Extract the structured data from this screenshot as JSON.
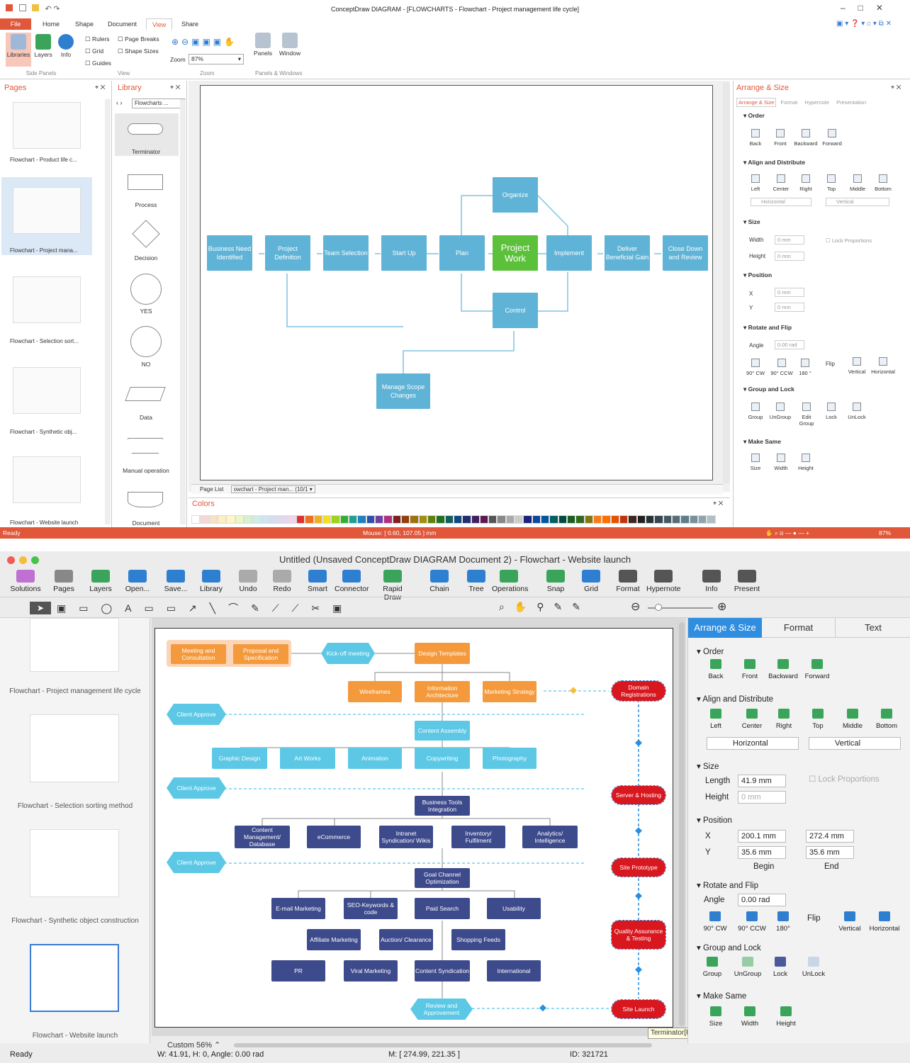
{
  "win1": {
    "title": "ConceptDraw DIAGRAM - [FLOWCHARTS - Flowchart - Project management life cycle]",
    "menu": [
      "File",
      "Home",
      "Shape",
      "Document",
      "View",
      "Share"
    ],
    "ribbon": {
      "libraries": "Libraries",
      "layers": "Layers",
      "info": "Info",
      "side_panels": "Side Panels",
      "rulers": "Rulers",
      "page_breaks": "Page Breaks",
      "grid": "Grid",
      "shape_sizes": "Shape Sizes",
      "guides": "Guides",
      "view": "View",
      "zoom_label": "Zoom",
      "zoom_value": "87%",
      "zoom_group": "Zoom",
      "panels": "Panels",
      "window": "Window",
      "panels_windows": "Panels & Windows"
    },
    "pages_title": "Pages",
    "pages": [
      "Flowchart - Product life c...",
      "Flowchart - Project mana...",
      "Flowchart - Selection sort...",
      "Flowchart - Synthetic obj...",
      "Flowchart - Website launch"
    ],
    "library_title": "Library",
    "library_select": "Flowcharts ...",
    "shapes": [
      "Terminator",
      "Process",
      "Decision",
      "YES",
      "NO",
      "Data",
      "Manual operation",
      "Document"
    ],
    "nodes": {
      "n1": "Business Need Identified",
      "n2": "Project Definition",
      "n3": "Team Selection",
      "n4": "Start Up",
      "n5": "Plan",
      "n6": "Project Work",
      "n7": "Implement",
      "n8": "Deliver Beneficial Gain",
      "n9": "Close Down and Review",
      "n10": "Organize",
      "n11": "Control",
      "n12": "Manage Scope Changes"
    },
    "page_list": "Page List",
    "page_tab": "owchart - Project man... (10/1",
    "colors_title": "Colors",
    "arrange": {
      "title": "Arrange & Size",
      "tabs": [
        "Arrange & Size",
        "Format",
        "Hypernote",
        "Presentation"
      ],
      "order": "Order",
      "back": "Back",
      "front": "Front",
      "backward": "Backward",
      "forward": "Forward",
      "align": "Align and Distribute",
      "left": "Left",
      "center": "Center",
      "right": "Right",
      "top": "Top",
      "middle": "Middle",
      "bottom": "Bottom",
      "horizontal": "Horizontal",
      "vertical": "Vertical",
      "size": "Size",
      "width": "Width",
      "height": "Height",
      "w_val": "0 mm",
      "h_val": "0 mm",
      "lock": "Lock Proportions",
      "position": "Position",
      "x": "X",
      "y": "Y",
      "x_val": "0 mm",
      "y_val": "0 mm",
      "rotate": "Rotate and Flip",
      "angle": "Angle",
      "angle_val": "0.00 rad",
      "cw": "90° CW",
      "ccw": "90° CCW",
      "r180": "180 °",
      "flip": "Flip",
      "fv": "Vertical",
      "fh": "Horizontal",
      "group": "Group and Lock",
      "g": "Group",
      "ug": "UnGroup",
      "eg": "Edit Group",
      "lk": "Lock",
      "ulk": "UnLock",
      "same": "Make Same",
      "ms": "Size",
      "mw": "Width",
      "mh": "Height"
    },
    "status": {
      "ready": "Ready",
      "mouse": "Mouse: [ 0.60, 107.05 ] mm",
      "zoom": "87%"
    }
  },
  "win2": {
    "title": "Untitled (Unsaved ConceptDraw DIAGRAM Document 2) - Flowchart - Website launch",
    "toolbar": [
      "Solutions",
      "Pages",
      "Layers",
      "Open...",
      "Save...",
      "Library",
      "Undo",
      "Redo",
      "Smart",
      "Connector",
      "Rapid Draw",
      "Chain",
      "Tree",
      "Operations",
      "Snap",
      "Grid",
      "Format",
      "Hypernote",
      "Info",
      "Present"
    ],
    "pages": [
      "Flowchart - Project management life cycle",
      "Flowchart - Selection sorting method",
      "Flowchart - Synthetic object construction",
      "Flowchart - Website launch"
    ],
    "boxes": {
      "b1": "Meeting and Consultation",
      "b2": "Proposal and Specification",
      "b3": "Kick-off meeting",
      "b4": "Design Templates",
      "b5": "Wireframes",
      "b6": "Information Architecture",
      "b7": "Marketing Strategy",
      "b8": "Client Approve",
      "b9": "Content Assembly",
      "b10": "Graphic Design",
      "b11": "Art Works",
      "b12": "Animation",
      "b13": "Copywriting",
      "b14": "Photography",
      "b15": "Client Approve",
      "b16": "Business Tools Integration",
      "b17": "Content Management/ Database",
      "b18": "eCommerce",
      "b19": "Intranet Syndication/ Wikis",
      "b20": "Inventory/ Fulfilment",
      "b21": "Analytics/ Intelligence",
      "b22": "Client Approve",
      "b23": "Goal Channel Optimization",
      "b24": "E-mail Marketing",
      "b25": "SEO-Keywords & code",
      "b26": "Paid Search",
      "b27": "Usability",
      "b28": "Affiliate Marketing",
      "b29": "Auction/ Clearance",
      "b30": "Shopping Feeds",
      "b31": "PR",
      "b32": "Viral Marketing",
      "b33": "Content Syndication",
      "b34": "International",
      "b35": "Review and Approvement",
      "r1": "Domain Registrations",
      "r2": "Server & Hosting",
      "r3": "Site Prototype",
      "r4": "Quality Assurance & Testing",
      "r5": "Site Launch"
    },
    "zoom": "Custom 56%",
    "tooltip": "Terminator[Flowcharts.cdl]",
    "tabs": [
      "Arrange & Size",
      "Format",
      "Text"
    ],
    "arr": {
      "order": "Order",
      "back": "Back",
      "front": "Front",
      "backward": "Backward",
      "forward": "Forward",
      "align": "Align and Distribute",
      "left": "Left",
      "center": "Center",
      "right": "Right",
      "top": "Top",
      "middle": "Middle",
      "bottom": "Bottom",
      "horizontal": "Horizontal",
      "vertical": "Vertical",
      "size": "Size",
      "length": "Length",
      "height": "Height",
      "len_val": "41.9 mm",
      "h_val": "0 mm",
      "lock": "Lock Proportions",
      "position": "Position",
      "x": "X",
      "y": "Y",
      "x1": "200.1 mm",
      "x2": "272.4 mm",
      "y1": "35.6 mm",
      "y2": "35.6 mm",
      "begin": "Begin",
      "end": "End",
      "rotate": "Rotate and Flip",
      "angle": "Angle",
      "angle_val": "0.00 rad",
      "cw": "90° CW",
      "ccw": "90° CCW",
      "r180": "180°",
      "flip": "Flip",
      "fv": "Vertical",
      "fh": "Horizontal",
      "group": "Group and Lock",
      "g": "Group",
      "ug": "UnGroup",
      "lk": "Lock",
      "ulk": "UnLock",
      "same": "Make Same",
      "ms": "Size",
      "mw": "Width",
      "mh": "Height"
    },
    "status": {
      "ready": "Ready",
      "dims": "W: 41.91,  H: 0,  Angle: 0.00 rad",
      "mouse": "M: [ 274.99, 221.35 ]",
      "id": "ID: 321721"
    }
  },
  "colors": {
    "accent": "#e0573a",
    "node": "#5fb3d6",
    "green": "#5cc13a",
    "orange": "#f49a3c",
    "teal": "#5cc8e6",
    "navy": "#3d4a8c",
    "red": "#d8171e"
  }
}
